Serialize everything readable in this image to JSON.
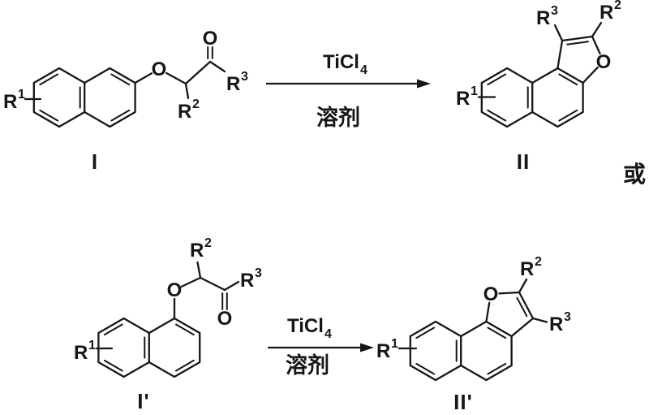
{
  "figure": {
    "type": "chemical-reaction-scheme",
    "description": "Two alternative TiCl4-mediated cyclizations of naphthyloxy ketones to naphthofurans"
  },
  "colors": {
    "ink": "#161616",
    "background": "#ffffff"
  },
  "labels": {
    "r": "R",
    "sup1": "1",
    "sup2": "2",
    "sup3": "3",
    "oxygen": "O",
    "reagent": "TiCl",
    "reagent_subscript": "4",
    "solvent": "溶剂",
    "or_text": "或",
    "compound_i": "I",
    "compound_ii": "II",
    "compound_i_prime": "I'",
    "compound_ii_prime": "II'"
  }
}
